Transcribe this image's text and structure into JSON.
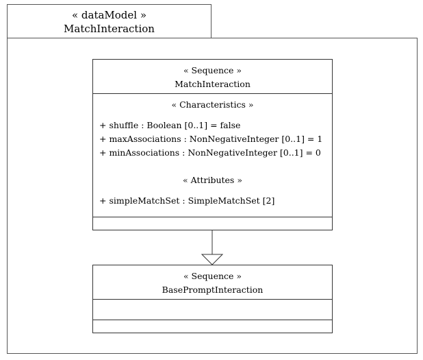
{
  "frame": {
    "stereotype": "« dataModel »",
    "name": "MatchInteraction"
  },
  "classes": {
    "match_interaction": {
      "stereotype": "« Sequence »",
      "name": "MatchInteraction",
      "characteristics_header": "« Characteristics »",
      "characteristics": [
        "+ shuffle : Boolean [0..1] = false",
        "+ maxAssociations : NonNegativeInteger [0..1] = 1",
        "+ minAssociations : NonNegativeInteger [0..1] = 0"
      ],
      "attributes_header": "« Attributes »",
      "attributes": [
        "+ simpleMatchSet : SimpleMatchSet [2]"
      ]
    },
    "base_prompt_interaction": {
      "stereotype": "« Sequence »",
      "name": "BasePromptInteraction"
    }
  },
  "relationships": [
    {
      "type": "generalization",
      "from": "MatchInteraction",
      "to": "BasePromptInteraction"
    }
  ]
}
